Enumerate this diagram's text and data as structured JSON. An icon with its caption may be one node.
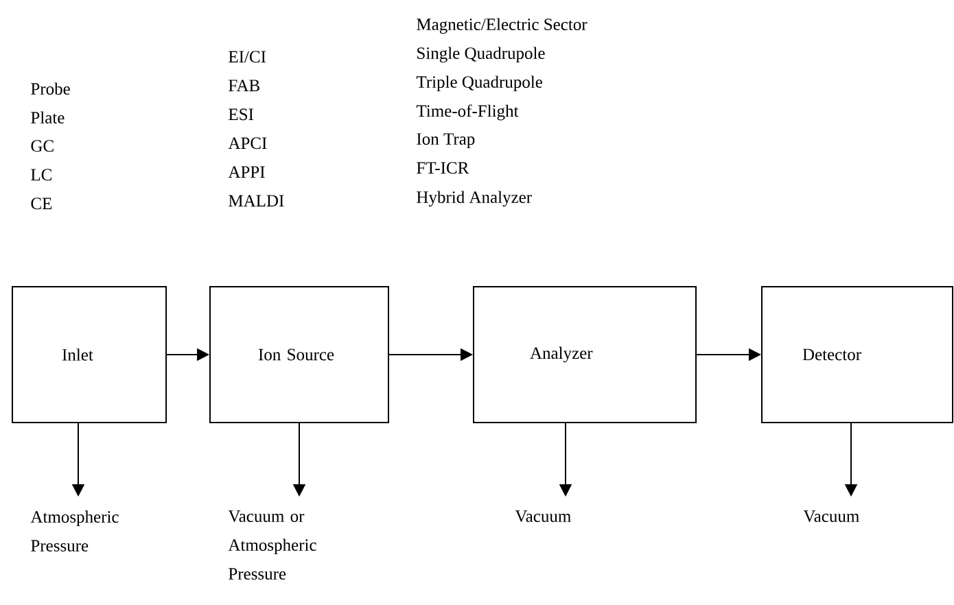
{
  "diagram": {
    "nodes": [
      {
        "text": [
          "Inlet"
        ]
      },
      {
        "text": [
          "Ion Source"
        ]
      },
      {
        "text": [
          "Analyzer"
        ]
      },
      {
        "text": [
          "Detector"
        ]
      },
      {
        "text": [
          "Atmospheric Pressure"
        ]
      },
      {
        "text": [
          "Vacuum or Atmospheric Pressure"
        ]
      },
      {
        "text": [
          "Vacuum"
        ]
      },
      {
        "text": [
          "Vacuum"
        ]
      }
    ],
    "edges": [
      {
        "from": 0,
        "to": 1,
        "arrow": "to"
      },
      {
        "from": 1,
        "to": 2,
        "arrow": "to"
      },
      {
        "from": 2,
        "to": 3,
        "arrow": "to"
      },
      {
        "from": 0,
        "to": 4,
        "arrow": "to"
      },
      {
        "from": 1,
        "to": 5,
        "arrow": "to"
      },
      {
        "from": 2,
        "to": 6,
        "arrow": "to"
      },
      {
        "from": 3,
        "to": 7,
        "arrow": "to"
      }
    ],
    "labels": [
      "Probe",
      "Plate",
      "GC",
      "LC",
      "CE",
      "EI/CI",
      "FAB",
      "ESI",
      "APCI",
      "APPI",
      "MALDI",
      "Magnetic/Electric Sector",
      "Single Quadrupole",
      "Triple Quadrupole",
      "Time-of-Flight",
      "Ion Trap",
      "FT-ICR",
      "Hybrid Analyzer"
    ]
  }
}
